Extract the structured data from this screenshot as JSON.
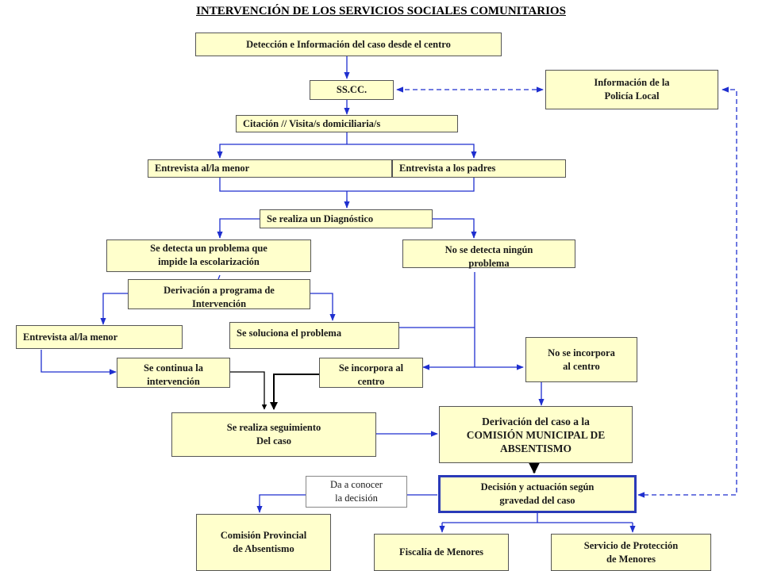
{
  "title": "INTERVENCIÓN DE LOS SERVICIOS SOCIALES COMUNITARIOS",
  "nodes": {
    "deteccion": "Detección e Información del caso desde el centro",
    "ssc": "SS.CC.",
    "policia": "Información de la\nPolicía Local",
    "citacion": "Citación // Visita/s domiciliaria/s",
    "entrevista_menor": "Entrevista al/la  menor",
    "entrevista_padres": "Entrevista a los padres",
    "diagnostico": "Se realiza un Diagnóstico",
    "problema": "Se detecta un problema que\nimpide la escolarización",
    "no_problema": "No se detecta ningún\nproblema",
    "derivacion_programa": "Derivación a programa de\nIntervención",
    "entrevista_menor_2": "Entrevista al/la  menor",
    "soluciona": "Se soluciona el problema",
    "no_incorpora": "No se incorpora\nal centro",
    "continua": "Se continua la\nintervención",
    "incorpora": "Se incorpora al\ncentro",
    "seguimiento": "Se realiza seguimiento\nDel caso",
    "derivacion_comision": "Derivación del caso a la\nCOMISIÓN MUNICIPAL DE\nABSENTISMO",
    "da_conocer": "Da a conocer\nla decisión",
    "decision": "Decisión y actuación según\ngravedad del caso",
    "comision_provincial": "Comisión Provincial\nde Absentismo",
    "fiscalia": "Fiscalía de Menores",
    "servicio_proteccion": "Servicio de Protección\nde Menores"
  },
  "colors": {
    "box_fill": "#ffffcc",
    "arrow": "#1f2fcf",
    "decision_border": "#2a3ab8"
  }
}
